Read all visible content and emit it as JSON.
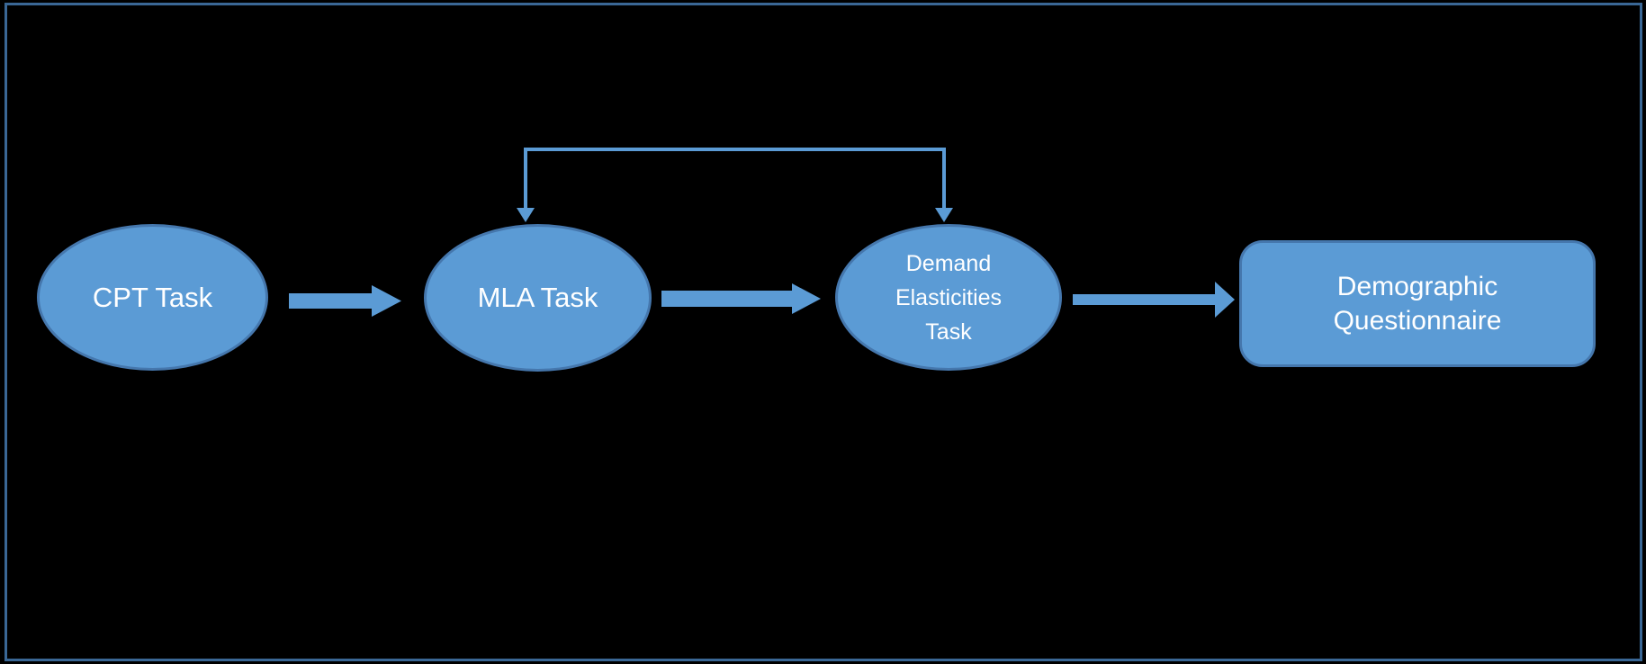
{
  "diagram": {
    "type": "flowchart",
    "background": "slide",
    "nodes": [
      {
        "id": "cpt",
        "shape": "ellipse",
        "label": "CPT Task"
      },
      {
        "id": "mla",
        "shape": "ellipse",
        "label": "MLA Task"
      },
      {
        "id": "demand",
        "shape": "ellipse",
        "label": "Demand\nElasticities\nTask"
      },
      {
        "id": "demo",
        "shape": "rounded-rect",
        "label": "Demographic\nQuestionnaire"
      }
    ],
    "edges": [
      {
        "from": "cpt",
        "to": "mla",
        "type": "block-arrow-right"
      },
      {
        "from": "mla",
        "to": "demand",
        "type": "block-arrow-right"
      },
      {
        "from": "demand",
        "to": "demo",
        "type": "block-arrow-right"
      },
      {
        "between": [
          "mla",
          "demand"
        ],
        "type": "elbow-connector-double-down-arrow",
        "meaning": "feedback-loop"
      }
    ],
    "colors": {
      "background": "#000000",
      "frame_border": "#3a6795",
      "node_fill": "#5b9bd5",
      "node_stroke": "#4577ad",
      "arrow_fill": "#5b9bd5",
      "connector_stroke": "#5b9bd5",
      "text_color": "#ffffff"
    }
  }
}
